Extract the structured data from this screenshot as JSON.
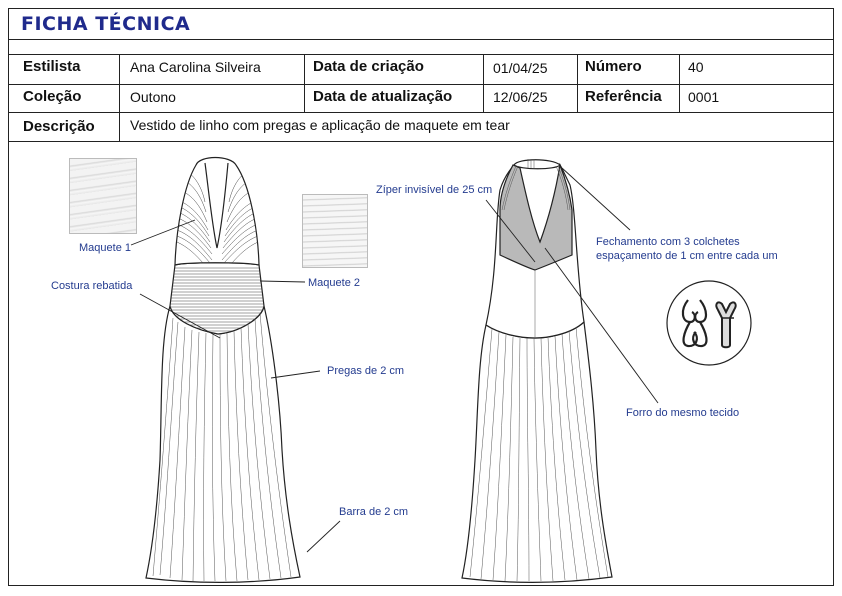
{
  "header": {
    "title": "FICHA TÉCNICA"
  },
  "table": {
    "estilista_label": "Estilista",
    "estilista_value": "Ana Carolina Silveira",
    "criacao_label": "Data de criação",
    "criacao_value": "01/04/25",
    "numero_label": "Número",
    "numero_value": "40",
    "colecao_label": "Coleção",
    "colecao_value": "Outono",
    "atualizacao_label": "Data de atualização",
    "atualizacao_value": "12/06/25",
    "referencia_label": "Referência",
    "referencia_value": "0001",
    "descricao_label": "Descrição",
    "descricao_value": "Vestido de linho com pregas e aplicação de maquete em tear"
  },
  "annotations": {
    "maquete1": "Maquete 1",
    "maquete2": "Maquete 2",
    "costura": "Costura rebatida",
    "pregas": "Pregas de 2 cm",
    "barra": "Barra de 2 cm",
    "ziper": "Zíper invisível de 25 cm",
    "fechamento_line1": "Fechamento com 3 colchetes",
    "fechamento_line2": "espaçamento de 1 cm entre cada um",
    "forro": "Forro do mesmo tecido"
  },
  "colors": {
    "title": "#1f2a8c",
    "annotation": "#233b8f",
    "lining": "#b9b9b9"
  }
}
